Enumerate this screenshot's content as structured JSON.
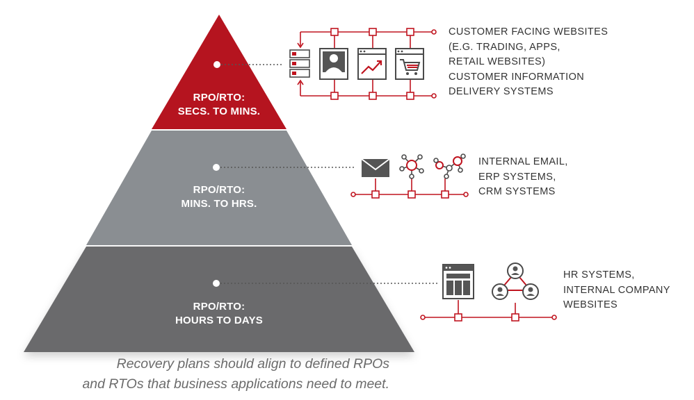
{
  "colors": {
    "top_tier": "#b5141f",
    "middle_tier": "#8a8e92",
    "bottom_tier": "#6b6a6c",
    "connector": "#c0141f",
    "icon_stroke": "#4a4a4a",
    "text": "#333333"
  },
  "tiers": [
    {
      "id": "top",
      "label_lines": [
        "RPO/RTO:",
        "SECS. TO MINS."
      ],
      "systems_lines": [
        "CUSTOMER FACING WEBSITES",
        "(E.G. TRADING, APPS,",
        "RETAIL WEBSITES)",
        "CUSTOMER INFORMATION",
        "DELIVERY SYSTEMS"
      ],
      "icons": [
        "server-icon",
        "user-profile-icon",
        "trend-chart-icon",
        "shopping-cart-icon"
      ]
    },
    {
      "id": "middle",
      "label_lines": [
        "RPO/RTO:",
        "MINS. TO HRS."
      ],
      "systems_lines": [
        "INTERNAL EMAIL,",
        "ERP SYSTEMS,",
        "CRM SYSTEMS"
      ],
      "icons": [
        "envelope-icon",
        "network-hub-icon",
        "network-cluster-icon"
      ]
    },
    {
      "id": "bottom",
      "label_lines": [
        "RPO/RTO:",
        "HOURS TO DAYS"
      ],
      "systems_lines": [
        "HR SYSTEMS,",
        "INTERNAL COMPANY",
        "WEBSITES"
      ],
      "icons": [
        "web-layout-icon",
        "team-network-icon"
      ]
    }
  ],
  "caption_lines": [
    "Recovery plans should align to defined RPOs",
    "and RTOs that business applications need to meet."
  ]
}
